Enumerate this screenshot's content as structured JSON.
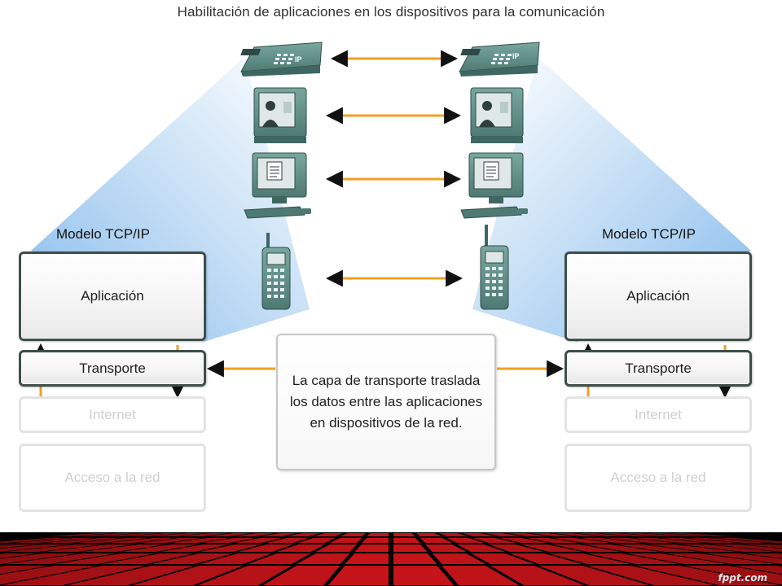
{
  "title": "Habilitación de aplicaciones en los dispositivos para la comunicación",
  "left_model": {
    "label": "Modelo TCP/IP",
    "layers": [
      "Aplicación",
      "Transporte",
      "Internet",
      "Acceso a la red"
    ]
  },
  "right_model": {
    "label": "Modelo TCP/IP",
    "layers": [
      "Aplicación",
      "Transporte",
      "Internet",
      "Acceso a la red"
    ]
  },
  "devices": [
    {
      "kind": "ip-phone",
      "icon_text": "IP"
    },
    {
      "kind": "video-monitor"
    },
    {
      "kind": "document-computer"
    },
    {
      "kind": "mobile-phone"
    }
  ],
  "callout": "La capa de transporte traslada los datos entre las aplicaciones en dispositivos de la red.",
  "watermark": "fppt.com",
  "colors": {
    "arrow": "#f0a020",
    "device_body": "#5d8a84",
    "device_dark": "#3f6762",
    "beam": "#88bdea",
    "layer_border": "#3e4e4a",
    "footer_red": "#c8141a"
  }
}
